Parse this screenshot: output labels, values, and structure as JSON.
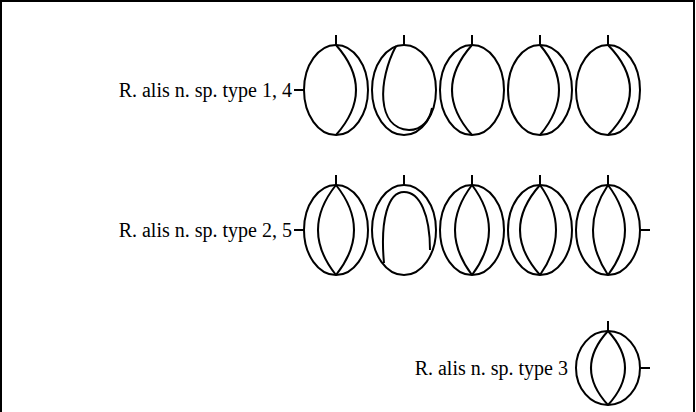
{
  "diagram": {
    "labels": [
      "R. alis n. sp. type 1, 4",
      "R. alis n. sp. type 2, 5",
      "R. alis n. sp. type 3"
    ]
  }
}
